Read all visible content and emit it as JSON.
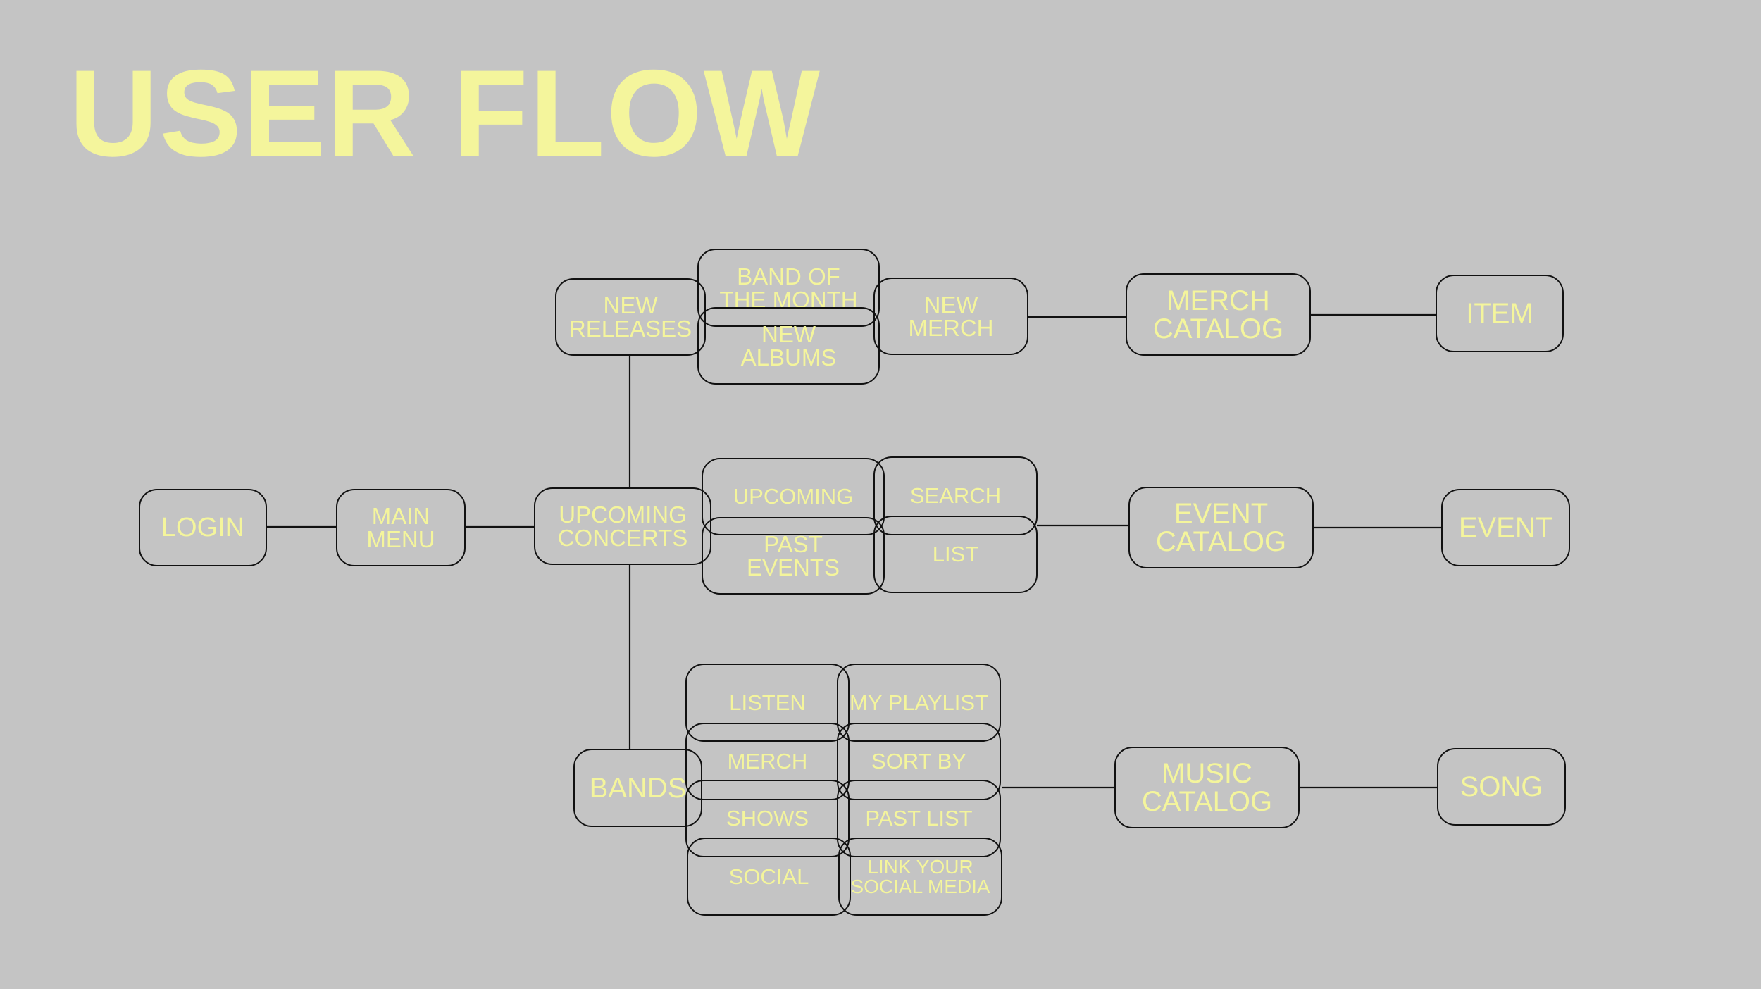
{
  "title": "USER FLOW",
  "nodes": {
    "login": "LOGIN",
    "main_menu": "MAIN\nMENU",
    "upcoming_concerts": "UPCOMING\nCONCERTS",
    "new_releases": "NEW\nRELEASES",
    "band_of_the_month": "BAND OF\nTHE MONTH",
    "new_albums": "NEW\nALBUMS",
    "new_merch": "NEW\nMERCH",
    "merch_catalog": "MERCH\nCATALOG",
    "item": "ITEM",
    "upcoming": "UPCOMING",
    "past_events": "PAST\nEVENTS",
    "search": "SEARCH",
    "list": "LIST",
    "event_catalog": "EVENT\nCATALOG",
    "event": "EVENT",
    "bands": "BANDS",
    "listen": "LISTEN",
    "merch": "MERCH",
    "shows": "SHOWS",
    "social": "SOCIAL",
    "my_playlist": "MY PLAYLIST",
    "sort_by": "SORT BY",
    "past_list": "PAST LIST",
    "link_social_media": "LINK YOUR\nSOCIAL MEDIA",
    "music_catalog": "MUSIC\nCATALOG",
    "song": "SONG"
  },
  "colors": {
    "background": "#c4c4c4",
    "text_accent": "#f4f59c",
    "outline": "#111111"
  }
}
